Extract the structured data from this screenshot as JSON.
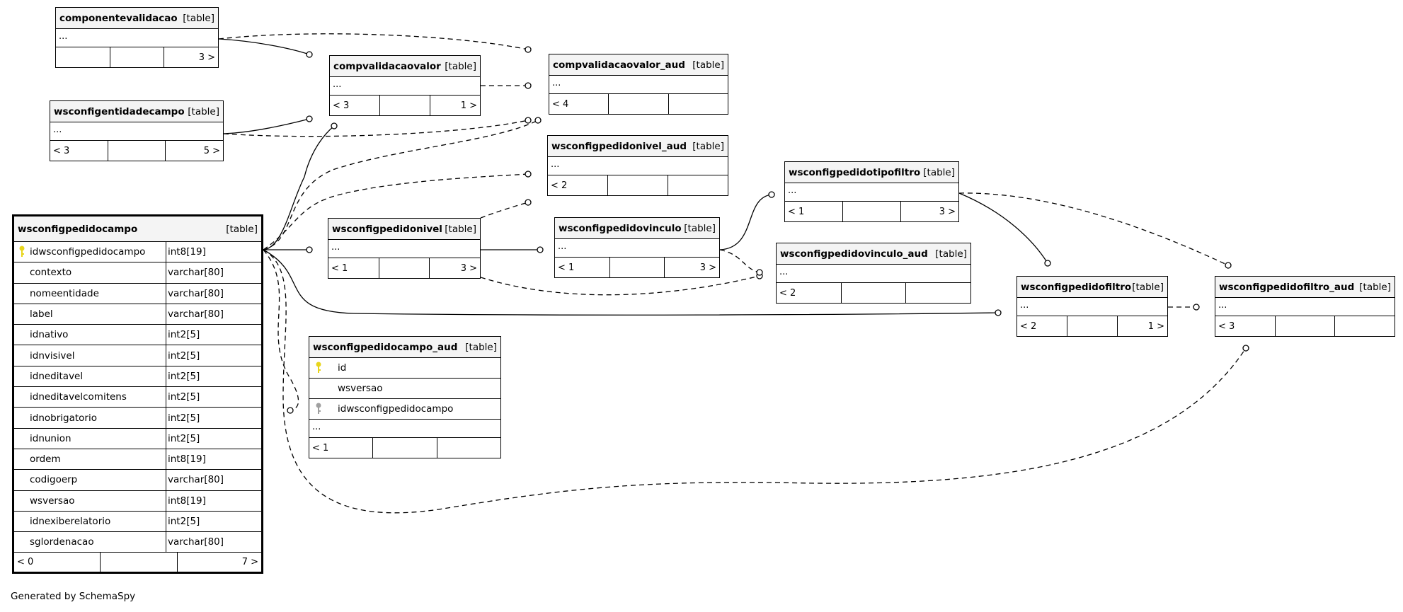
{
  "footer_text": "Generated by SchemaSpy",
  "tables": {
    "componentevalidacao": {
      "name": "componentevalidacao",
      "type": "[table]",
      "ellipsis": "...",
      "footer": [
        "",
        "",
        "3 >"
      ]
    },
    "wsconfigentidadecampo": {
      "name": "wsconfigentidadecampo",
      "type": "[table]",
      "ellipsis": "...",
      "footer": [
        "< 3",
        "",
        "5 >"
      ]
    },
    "compvalidacaovalor": {
      "name": "compvalidacaovalor",
      "type": "[table]",
      "ellipsis": "...",
      "footer": [
        "< 3",
        "",
        "1 >"
      ]
    },
    "compvalidacaovalor_aud": {
      "name": "compvalidacaovalor_aud",
      "type": "[table]",
      "ellipsis": "...",
      "footer": [
        "< 4",
        "",
        ""
      ]
    },
    "wsconfigpedidonivel_aud": {
      "name": "wsconfigpedidonivel_aud",
      "type": "[table]",
      "ellipsis": "...",
      "footer": [
        "< 2",
        "",
        ""
      ]
    },
    "wsconfigpedidonivel": {
      "name": "wsconfigpedidonivel",
      "type": "[table]",
      "ellipsis": "...",
      "footer": [
        "< 1",
        "",
        "3 >"
      ]
    },
    "wsconfigpedidovinculo": {
      "name": "wsconfigpedidovinculo",
      "type": "[table]",
      "ellipsis": "...",
      "footer": [
        "< 1",
        "",
        "3 >"
      ]
    },
    "wsconfigpedidotipofiltro": {
      "name": "wsconfigpedidotipofiltro",
      "type": "[table]",
      "ellipsis": "...",
      "footer": [
        "< 1",
        "",
        "3 >"
      ]
    },
    "wsconfigpedidovinculo_aud": {
      "name": "wsconfigpedidovinculo_aud",
      "type": "[table]",
      "ellipsis": "...",
      "footer": [
        "< 2",
        "",
        ""
      ]
    },
    "wsconfigpedidofiltro": {
      "name": "wsconfigpedidofiltro",
      "type": "[table]",
      "ellipsis": "...",
      "footer": [
        "< 2",
        "",
        "1 >"
      ]
    },
    "wsconfigpedidofiltro_aud": {
      "name": "wsconfigpedidofiltro_aud",
      "type": "[table]",
      "ellipsis": "...",
      "footer": [
        "< 3",
        "",
        ""
      ]
    },
    "wsconfigpedidocampo_aud": {
      "name": "wsconfigpedidocampo_aud",
      "type": "[table]",
      "ellipsis": "...",
      "footer": [
        "< 1",
        "",
        ""
      ],
      "columns": [
        {
          "name": "id",
          "key": "primary"
        },
        {
          "name": "wsversao",
          "key": "none"
        },
        {
          "name": "idwsconfigpedidocampo",
          "key": "foreign"
        }
      ]
    },
    "wsconfigpedidocampo": {
      "name": "wsconfigpedidocampo",
      "type": "[table]",
      "footer": [
        "< 0",
        "",
        "7 >"
      ],
      "columns": [
        {
          "name": "idwsconfigpedidocampo",
          "type": "int8[19]",
          "key": "primary"
        },
        {
          "name": "contexto",
          "type": "varchar[80]",
          "key": "none"
        },
        {
          "name": "nomeentidade",
          "type": "varchar[80]",
          "key": "none"
        },
        {
          "name": "label",
          "type": "varchar[80]",
          "key": "none"
        },
        {
          "name": "idnativo",
          "type": "int2[5]",
          "key": "none"
        },
        {
          "name": "idnvisivel",
          "type": "int2[5]",
          "key": "none"
        },
        {
          "name": "idneditavel",
          "type": "int2[5]",
          "key": "none"
        },
        {
          "name": "idneditavelcomitens",
          "type": "int2[5]",
          "key": "none"
        },
        {
          "name": "idnobrigatorio",
          "type": "int2[5]",
          "key": "none"
        },
        {
          "name": "idnunion",
          "type": "int2[5]",
          "key": "none"
        },
        {
          "name": "ordem",
          "type": "int8[19]",
          "key": "none"
        },
        {
          "name": "codigoerp",
          "type": "varchar[80]",
          "key": "none"
        },
        {
          "name": "wsversao",
          "type": "int8[19]",
          "key": "none"
        },
        {
          "name": "idnexiberelatorio",
          "type": "int2[5]",
          "key": "none"
        },
        {
          "name": "sglordenacao",
          "type": "varchar[80]",
          "key": "none"
        }
      ]
    }
  },
  "colors": {
    "primary_key": "#e8d51c",
    "foreign_key": "#a0a0a0",
    "header_bg": "#f4f4f4"
  }
}
